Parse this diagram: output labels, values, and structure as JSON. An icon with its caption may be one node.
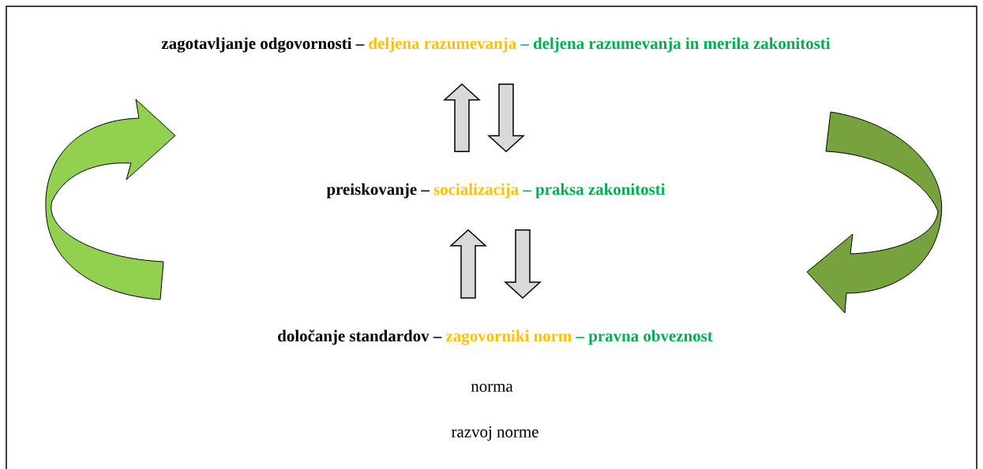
{
  "diagram": {
    "nodes": [
      {
        "text": [
          "zagotavljanje odgovornosti –",
          "deljena razumevanja",
          "– deljena razumevanja in merila zakonitosti"
        ]
      },
      {
        "text": [
          "preiskovanje –",
          "socializacija",
          "– praksa zakonitosti"
        ]
      },
      {
        "text": [
          "določanje standardov –",
          "zagovorniki norm",
          "– pravna obveznost"
        ]
      }
    ],
    "edges": [
      {
        "from": 1,
        "to": 0,
        "arrow": "to"
      },
      {
        "from": 0,
        "to": 1,
        "arrow": "to"
      },
      {
        "from": 2,
        "to": 1,
        "arrow": "to"
      },
      {
        "from": 1,
        "to": 2,
        "arrow": "to"
      }
    ],
    "labels": [
      "norma",
      "razvoj norme"
    ]
  }
}
